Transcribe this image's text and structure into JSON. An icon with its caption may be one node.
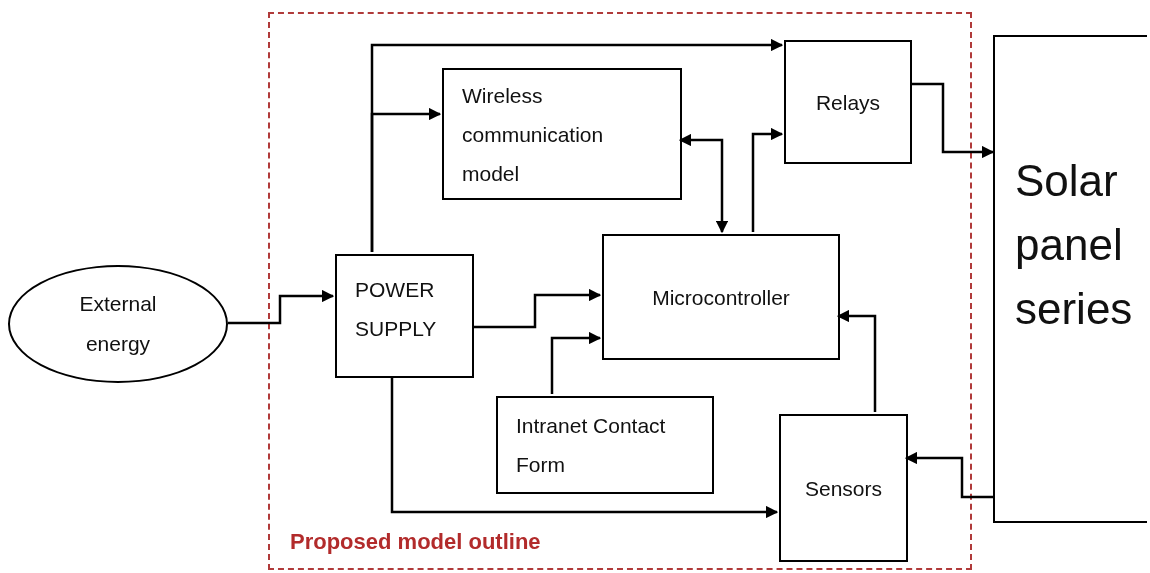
{
  "diagram": {
    "nodes": [
      {
        "text": [
          "Proposed model outline"
        ]
      },
      {
        "text": [
          "External energy"
        ]
      },
      {
        "text": [
          "POWER SUPPLY"
        ],
        "in": 0
      },
      {
        "text": [
          "Wireless communication model"
        ],
        "in": 0
      },
      {
        "text": [
          "Relays"
        ],
        "in": 0
      },
      {
        "text": [
          "Microcontroller"
        ],
        "in": 0
      },
      {
        "text": [
          "Intranet Contact Form"
        ],
        "in": 0
      },
      {
        "text": [
          "Sensors"
        ],
        "in": 0
      },
      {
        "text": [
          "Solar panel series"
        ]
      }
    ],
    "edges": [
      {
        "from": 1,
        "to": 2,
        "arrow": "to"
      },
      {
        "from": 2,
        "to": 4,
        "arrow": "to"
      },
      {
        "from": 2,
        "to": 3,
        "arrow": "to"
      },
      {
        "from": 3,
        "to": 5,
        "arrow": "both"
      },
      {
        "from": 5,
        "to": 4,
        "arrow": "to"
      },
      {
        "from": 2,
        "to": 5,
        "arrow": "to"
      },
      {
        "from": 6,
        "to": 5,
        "arrow": "to"
      },
      {
        "from": 7,
        "to": 5,
        "arrow": "to"
      },
      {
        "from": 2,
        "to": 7,
        "arrow": "to"
      },
      {
        "from": 4,
        "to": 8,
        "arrow": "to"
      },
      {
        "from": 8,
        "to": 7,
        "arrow": "to"
      }
    ]
  }
}
